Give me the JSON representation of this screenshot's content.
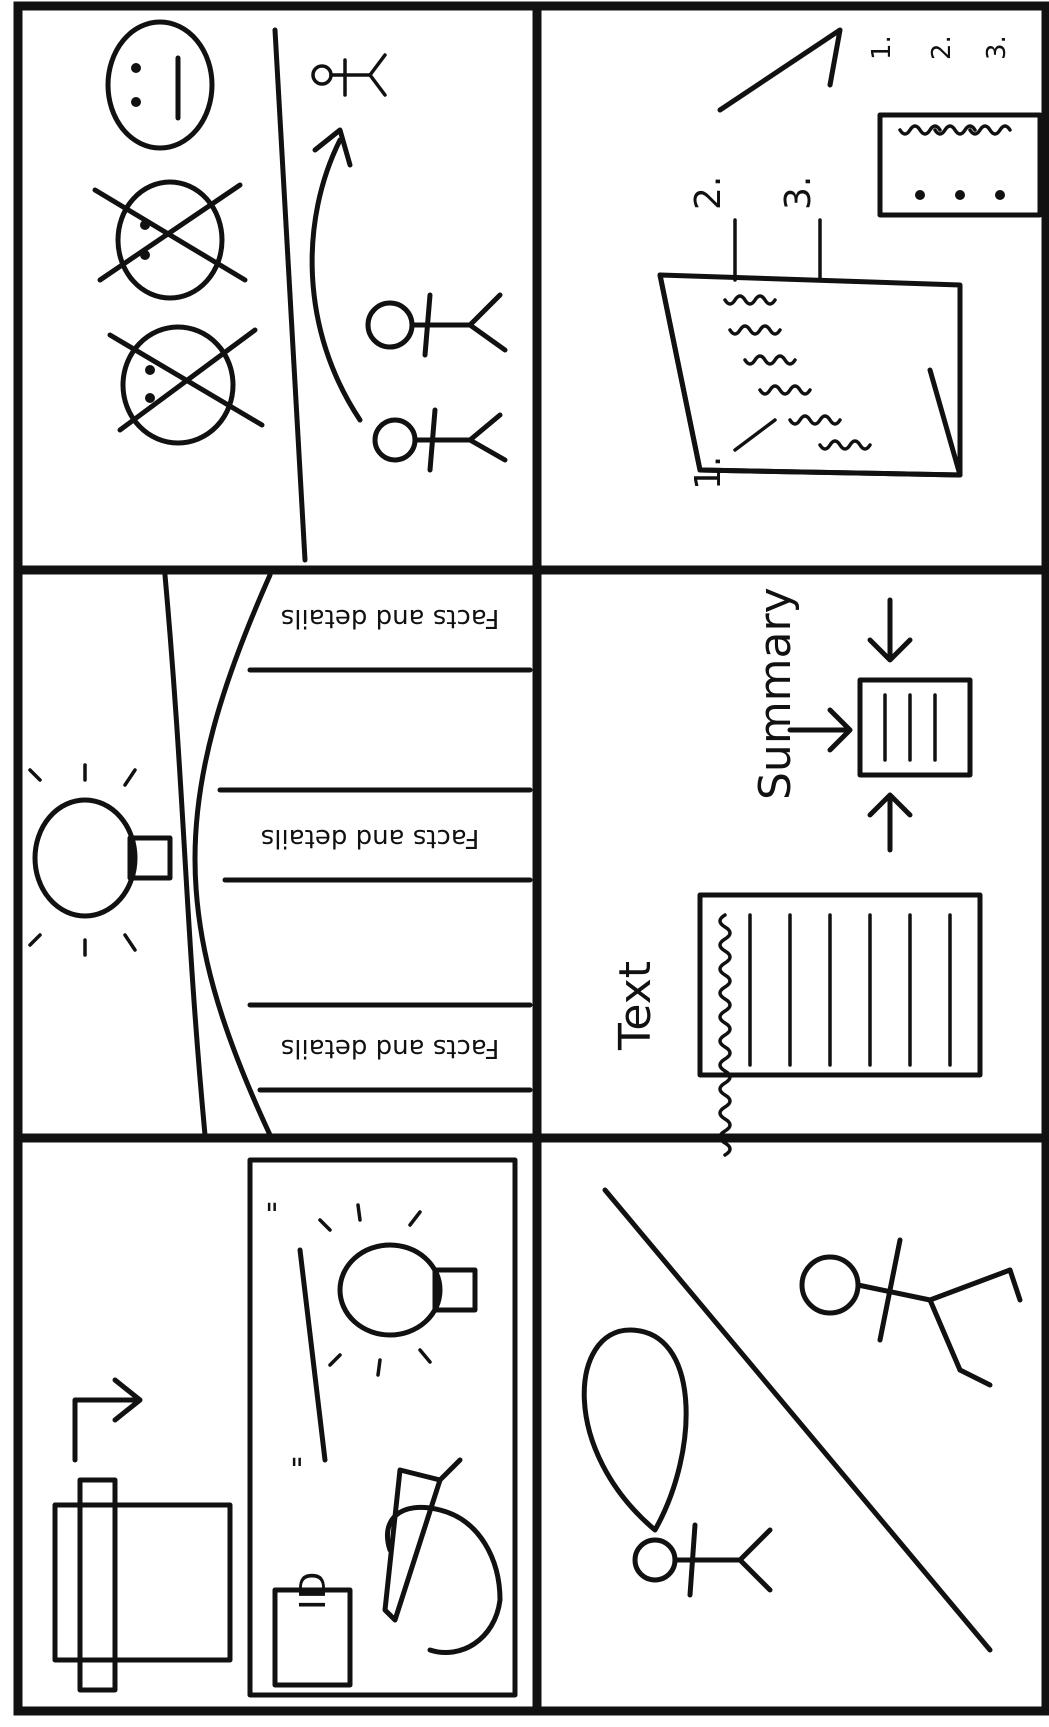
{
  "panels": {
    "facts_chain": {
      "caption_1": "Facts and details",
      "caption_2": "Facts and details",
      "caption_3": "Facts and details"
    },
    "summary_panel": {
      "text_label": "Text",
      "summary_label": "Summary"
    },
    "numbered_panel": {
      "markers": [
        "1.",
        "2.",
        "3."
      ],
      "list_markers": [
        "1.",
        "2.",
        "3."
      ]
    },
    "writing_panel": {
      "id_label": "ID",
      "open_quote": "\"",
      "close_quote": "\""
    }
  }
}
